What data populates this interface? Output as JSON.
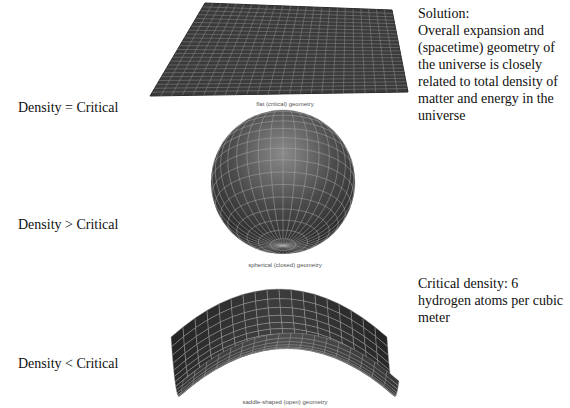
{
  "diagram": {
    "labels": [
      "Density = Critical",
      "flat (critical) geometry",
      "Density > Critical",
      "spherical (closed) geometry",
      "Density < Critical",
      "saddle-shaped (open) geometry",
      "Solution:",
      "Overall expansion and (spacetime) geometry of the universe is closely related to total density of matter and energy in the universe",
      "Critical density: 6 hydrogen atoms per cubic meter"
    ]
  }
}
